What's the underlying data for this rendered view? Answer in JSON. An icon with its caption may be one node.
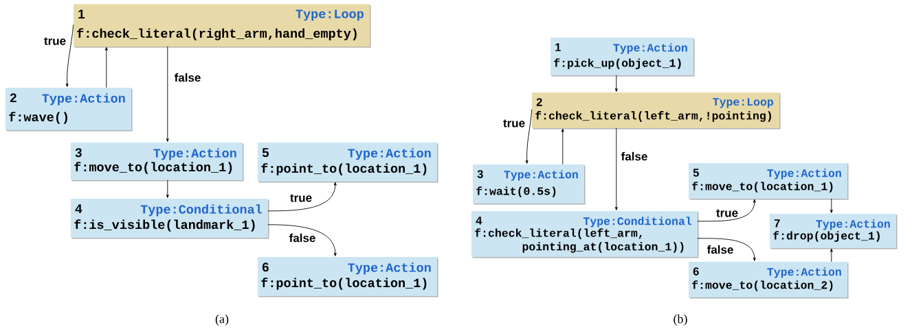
{
  "diagram": {
    "nodes": [
      {
        "text": [
          "1",
          "Type:Loop",
          "f:check_literal(right_arm,hand_empty)"
        ]
      },
      {
        "text": [
          "2",
          "Type:Action",
          "f:wave()"
        ]
      },
      {
        "text": [
          "3",
          "Type:Action",
          "f:move_to(location_1)"
        ]
      },
      {
        "text": [
          "4",
          "Type:Conditional",
          "f:is_visible(landmark_1)"
        ]
      },
      {
        "text": [
          "5",
          "Type:Action",
          "f:point_to(location_1)"
        ]
      },
      {
        "text": [
          "6",
          "Type:Action",
          "f:point_to(location_1)"
        ]
      },
      {
        "text": [
          "1",
          "Type:Action",
          "f:pick_up(object_1)"
        ]
      },
      {
        "text": [
          "2",
          "Type:Loop",
          "f:check_literal(left_arm,!pointing)"
        ]
      },
      {
        "text": [
          "3",
          "Type:Action",
          "f:wait(0.5s)"
        ]
      },
      {
        "text": [
          "4",
          "Type:Conditional",
          "f:check_literal(left_arm, pointing_at(location_1))"
        ]
      },
      {
        "text": [
          "5",
          "Type:Action",
          "f:move_to(location_1)"
        ]
      },
      {
        "text": [
          "6",
          "Type:Action",
          "f:move_to(location_2)"
        ]
      },
      {
        "text": [
          "7",
          "Type:Action",
          "f:drop(object_1)"
        ]
      }
    ],
    "edges": [
      {
        "from": 0,
        "to": 1,
        "arrow": "to",
        "label": "true"
      },
      {
        "from": 1,
        "to": 0,
        "arrow": "to"
      },
      {
        "from": 0,
        "to": 2,
        "arrow": "to",
        "label": "false"
      },
      {
        "from": 2,
        "to": 3,
        "arrow": "to"
      },
      {
        "from": 3,
        "to": 4,
        "arrow": "to",
        "label": "true"
      },
      {
        "from": 3,
        "to": 5,
        "arrow": "to",
        "label": "false"
      },
      {
        "from": 6,
        "to": 7,
        "arrow": "to"
      },
      {
        "from": 7,
        "to": 8,
        "arrow": "to",
        "label": "true"
      },
      {
        "from": 8,
        "to": 7,
        "arrow": "to"
      },
      {
        "from": 7,
        "to": 9,
        "arrow": "to",
        "label": "false"
      },
      {
        "from": 9,
        "to": 10,
        "arrow": "to",
        "label": "true"
      },
      {
        "from": 9,
        "to": 11,
        "arrow": "to",
        "label": "false"
      },
      {
        "from": 10,
        "to": 12,
        "arrow": "to"
      },
      {
        "from": 11,
        "to": 12,
        "arrow": "to"
      }
    ],
    "labels": [
      "(a)",
      "(b)"
    ]
  }
}
